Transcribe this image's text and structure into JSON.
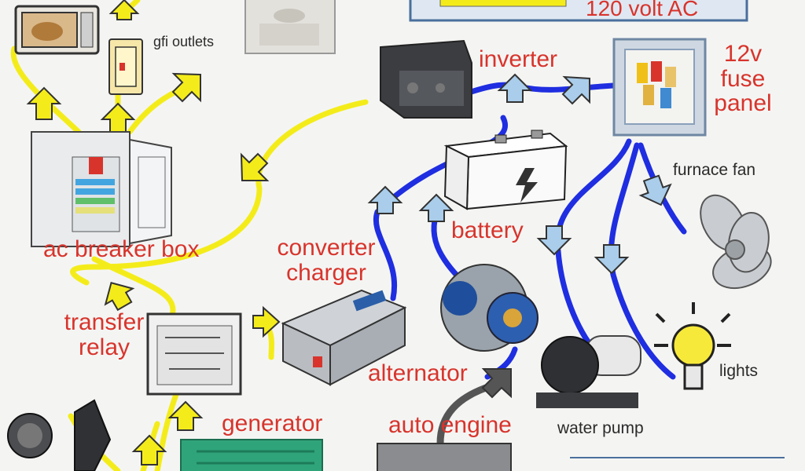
{
  "header": {
    "banner_text": "120 volt AC"
  },
  "labels": {
    "gfi_outlets": "gfi outlets",
    "inverter": "inverter",
    "fuse_panel": [
      "12v",
      "fuse",
      "panel"
    ],
    "furnace_fan": "furnace fan",
    "battery": "battery",
    "ac_breaker_box": "ac breaker box",
    "converter_charger": [
      "converter",
      "charger"
    ],
    "transfer_relay": [
      "transfer",
      "relay"
    ],
    "alternator": "alternator",
    "lights": "lights",
    "generator": "generator",
    "auto_engine": "auto engine",
    "water_pump": "water pump"
  },
  "colors": {
    "ac_wire": "#f4ec1a",
    "dc_wire": "#1f2ee0",
    "label_red": "#d8342c",
    "arrow_blue": "#a9cdea",
    "banner_bg": "#dfe8f2"
  }
}
